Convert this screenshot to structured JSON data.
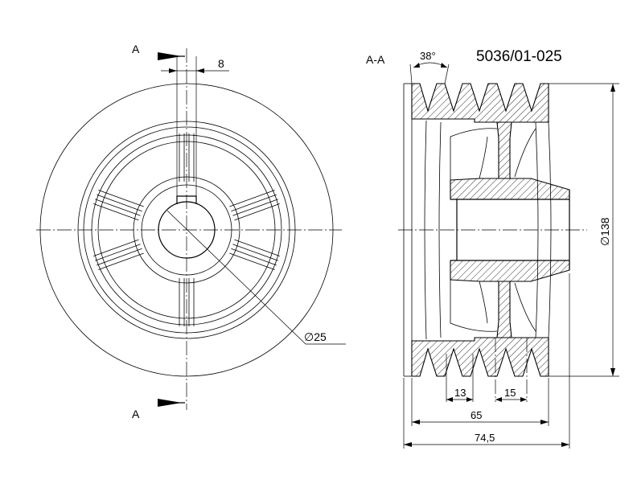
{
  "title": "5036/01-025",
  "section": {
    "name": "A-A",
    "marker_top": "A",
    "marker_bottom": "A"
  },
  "dimensions": {
    "keyway_width": "8",
    "bore": "∅25",
    "groove_angle": "38°",
    "outer_diameter": "∅138",
    "groove_width_1": "13",
    "groove_width_2": "15",
    "width_65": "65",
    "width_74": "74,5"
  }
}
